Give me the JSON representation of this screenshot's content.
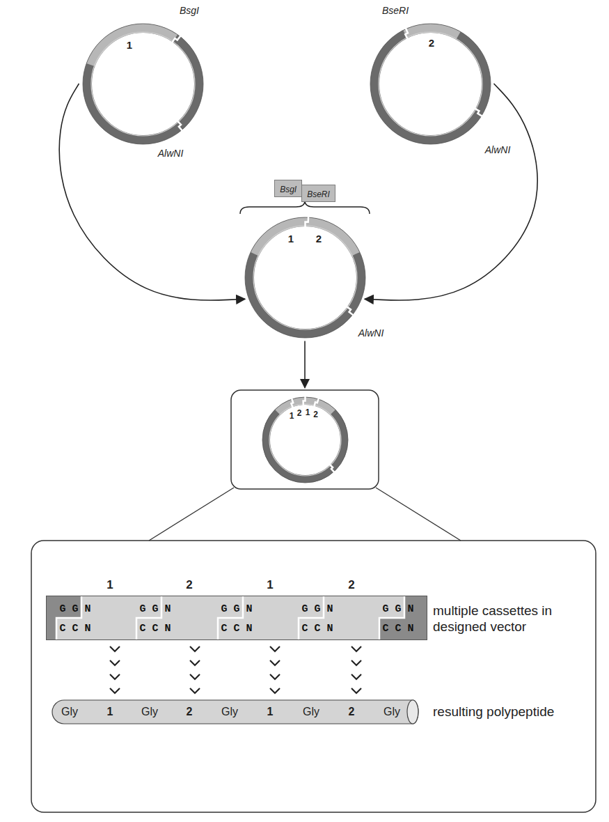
{
  "diagram": {
    "nodes": [
      {
        "text": [
          "1",
          "BsgI",
          "AlwNI"
        ]
      },
      {
        "text": [
          "BseRI",
          "2",
          "AlwNI"
        ]
      },
      {
        "text": [
          "BsgI"
        ]
      },
      {
        "text": [
          "BseRI"
        ]
      },
      {
        "text": [
          "1",
          "2",
          "AlwNI"
        ]
      },
      {
        "text": [
          "1",
          "2",
          "1",
          "2"
        ]
      },
      {
        "text": [
          "G G N",
          "G G N",
          "G G N",
          "G G N",
          "G G N",
          "C C N",
          "C C N",
          "C C N",
          "C C N",
          "C C N"
        ]
      },
      {
        "text": [
          "Gly",
          "1",
          "Gly",
          "2",
          "Gly",
          "1",
          "Gly",
          "2",
          "Gly"
        ]
      }
    ],
    "edges": [
      {
        "from": 0,
        "to": 4,
        "arrow": "to"
      },
      {
        "from": 1,
        "to": 4,
        "arrow": "to"
      },
      {
        "from": 4,
        "to": 5,
        "arrow": "to"
      },
      {
        "from": 6,
        "to": 7,
        "arrow": "to"
      },
      {
        "from": 6,
        "to": 7,
        "arrow": "to"
      },
      {
        "from": 6,
        "to": 7,
        "arrow": "to"
      },
      {
        "from": 6,
        "to": 7,
        "arrow": "to"
      }
    ],
    "labels": [
      "1",
      "2",
      "1",
      "2",
      "multiple cassettes in designed vector",
      "resulting polypeptide"
    ]
  }
}
